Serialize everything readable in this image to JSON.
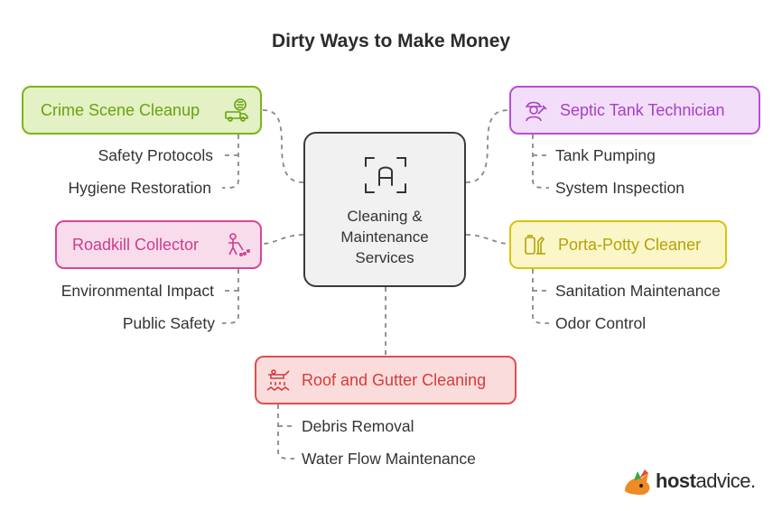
{
  "title": "Dirty Ways to Make Money",
  "center": {
    "icon": "text-recognition-icon",
    "line1": "Cleaning &",
    "line2": "Maintenance",
    "line3": "Services"
  },
  "nodes": {
    "crime": {
      "label": "Crime Scene Cleanup",
      "icon": "hazmat-truck-icon",
      "color": "#7cb518",
      "fill": "#e3f1c5",
      "subs": [
        "Safety Protocols",
        "Hygiene Restoration"
      ]
    },
    "septic": {
      "label": "Septic Tank Technician",
      "icon": "plumber-icon",
      "color": "#b84fd6",
      "fill": "#f3def9",
      "subs": [
        "Tank Pumping",
        "System Inspection"
      ]
    },
    "roadkill": {
      "label": "Roadkill Collector",
      "icon": "collector-icon",
      "color": "#d6479b",
      "fill": "#f9dcec",
      "subs": [
        "Environmental Impact",
        "Public Safety"
      ]
    },
    "potty": {
      "label": "Porta-Potty Cleaner",
      "icon": "portable-toilet-icon",
      "color": "#d7c40d",
      "fill": "#fbf6c7",
      "subs": [
        "Sanitation Maintenance",
        "Odor Control"
      ]
    },
    "roof": {
      "label": "Roof and Gutter Cleaning",
      "icon": "gutter-cleaning-icon",
      "color": "#e04f4f",
      "fill": "#fbdcdc",
      "subs": [
        "Debris Removal",
        "Water Flow Maintenance"
      ]
    }
  },
  "brand": {
    "prefix": "host",
    "suffix": "advice."
  }
}
